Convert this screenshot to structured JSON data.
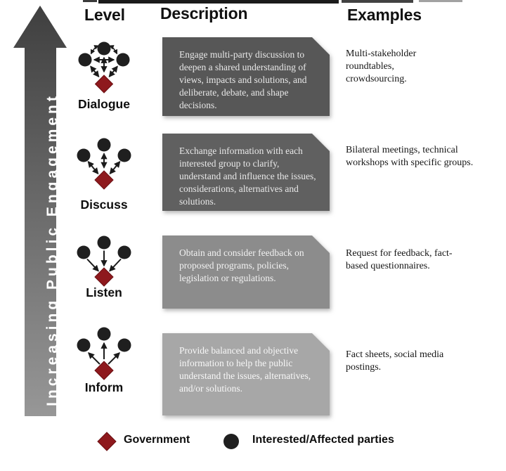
{
  "header": {
    "level": "Level",
    "description": "Description",
    "examples": "Examples"
  },
  "arrow_label": "Increasing Public Engagement",
  "rows": [
    {
      "level": "Dialogue",
      "description": "Engage multi-party discussion to deepen a shared understanding of views, impacts and solutions, and deliberate, debate, and shape decisions.",
      "examples": "Multi-stakeholder roundtables, crowdsourcing.",
      "box_color": "#575757",
      "text_color": "#e8e8e8",
      "icon": "multi-party-two-way-arrows"
    },
    {
      "level": "Discuss",
      "description": "Exchange information with each interested group to clarify, understand  and influence the issues, considerations, alternatives and solutions.",
      "examples": "Bilateral meetings, technical workshops with specific groups.",
      "box_color": "#606060",
      "text_color": "#e8e8e8",
      "icon": "two-way-arrows"
    },
    {
      "level": "Listen",
      "description": "Obtain and consider feedback on proposed programs, policies, legislation or regulations.",
      "examples": "Request for feedback, fact-based questionnaires.",
      "box_color": "#8c8c8c",
      "text_color": "#f2f2f2",
      "icon": "inbound-arrows"
    },
    {
      "level": "Inform",
      "description": "Provide balanced and objective information to help the public understand the issues, alternatives, and/or solutions.",
      "examples": "Fact sheets, social media postings.",
      "box_color": "#a7a7a7",
      "text_color": "#f7f7f7",
      "icon": "outbound-arrows"
    }
  ],
  "legend": {
    "government": {
      "label": "Government",
      "symbol": "diamond",
      "color": "#8e191d"
    },
    "parties": {
      "label": "Interested/Affected parties",
      "symbol": "circle",
      "color": "#1f1f1f"
    }
  },
  "colors": {
    "arrow_gradient_top": "#3f3f3f",
    "arrow_gradient_bottom": "#979797",
    "government_diamond": "#8e191d",
    "party_circle": "#1f1f1f",
    "connector": "#1b1b1b"
  }
}
